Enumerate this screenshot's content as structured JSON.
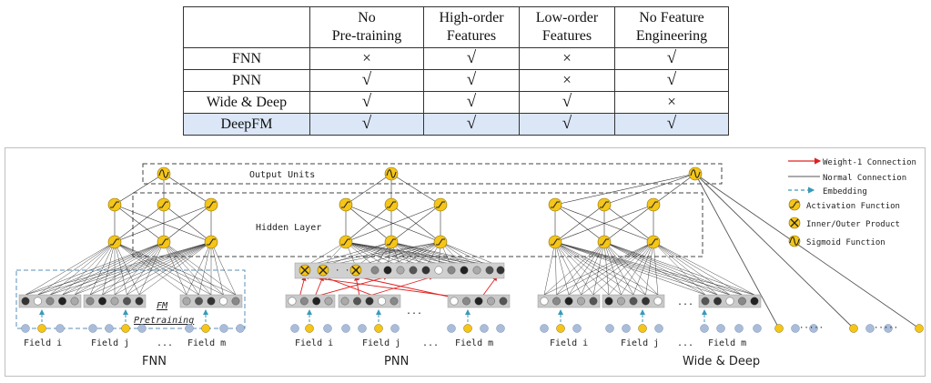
{
  "table": {
    "headers": [
      [
        "",
        ""
      ],
      [
        "No",
        "Pre-training"
      ],
      [
        "High-order",
        "Features"
      ],
      [
        "Low-order",
        "Features"
      ],
      [
        "No Feature",
        "Engineering"
      ]
    ],
    "rows": [
      {
        "model": "FNN",
        "cells": [
          "×",
          "√",
          "×",
          "√"
        ],
        "highlight": false
      },
      {
        "model": "PNN",
        "cells": [
          "√",
          "√",
          "×",
          "√"
        ],
        "highlight": false
      },
      {
        "model": "Wide & Deep",
        "cells": [
          "√",
          "√",
          "√",
          "×"
        ],
        "highlight": false
      },
      {
        "model": "DeepFM",
        "cells": [
          "√",
          "√",
          "√",
          "√"
        ],
        "highlight": true
      }
    ],
    "highlight_color": "#dbe6f7"
  },
  "diagram": {
    "output_units_label": "Output Units",
    "hidden_layer_label": "Hidden Layer",
    "fm_pretraining_label": [
      "FM",
      "Pretraining"
    ],
    "field_labels": [
      "Field i",
      "Field j",
      "...",
      "Field m"
    ],
    "panel_titles": [
      "FNN",
      "PNN",
      "Wide & Deep"
    ],
    "legend": [
      {
        "label": "Weight-1 Connection",
        "icon": "red-arrow-icon"
      },
      {
        "label": "Normal Connection",
        "icon": "gray-line-icon"
      },
      {
        "label": "Embedding",
        "icon": "dashed-blue-arrow-icon"
      },
      {
        "label": "Activation Function",
        "icon": "activation-node-icon"
      },
      {
        "label": "Inner/Outer Product",
        "icon": "product-node-icon"
      },
      {
        "label": "Sigmoid Function",
        "icon": "sigmoid-node-icon"
      }
    ],
    "colors": {
      "node": "#f5c518",
      "weight1": "#e02020",
      "embedding": "#3a9ab8",
      "dense_light": "#a9bcd9"
    }
  }
}
